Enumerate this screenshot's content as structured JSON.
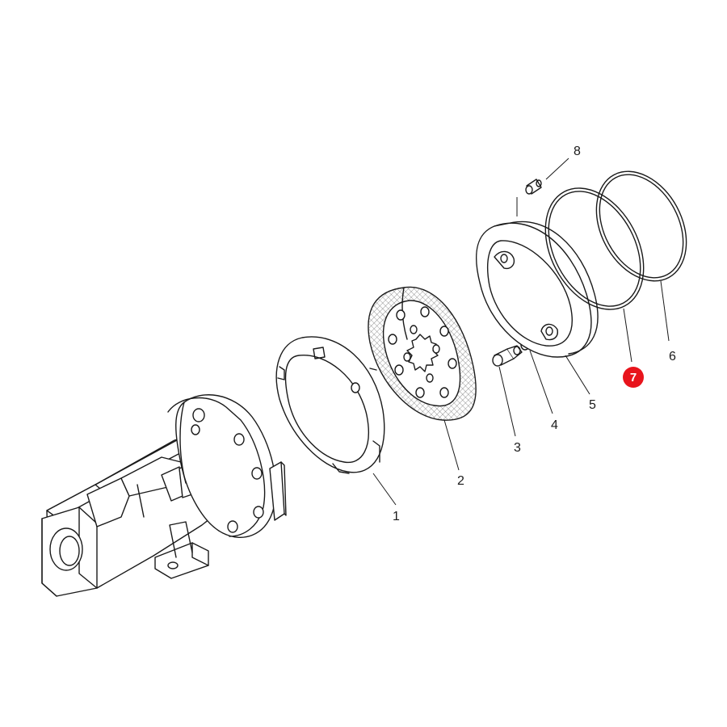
{
  "diagram": {
    "callouts": [
      {
        "id": "1",
        "label": "1"
      },
      {
        "id": "2",
        "label": "2"
      },
      {
        "id": "3",
        "label": "3"
      },
      {
        "id": "4",
        "label": "4"
      },
      {
        "id": "5",
        "label": "5"
      },
      {
        "id": "6",
        "label": "6"
      },
      {
        "id": "7",
        "label": "7",
        "highlighted": true
      },
      {
        "id": "8",
        "label": "8"
      }
    ],
    "highlight_color": "#e8141c",
    "line_color": "#1a1a1a",
    "background": "#ffffff"
  }
}
